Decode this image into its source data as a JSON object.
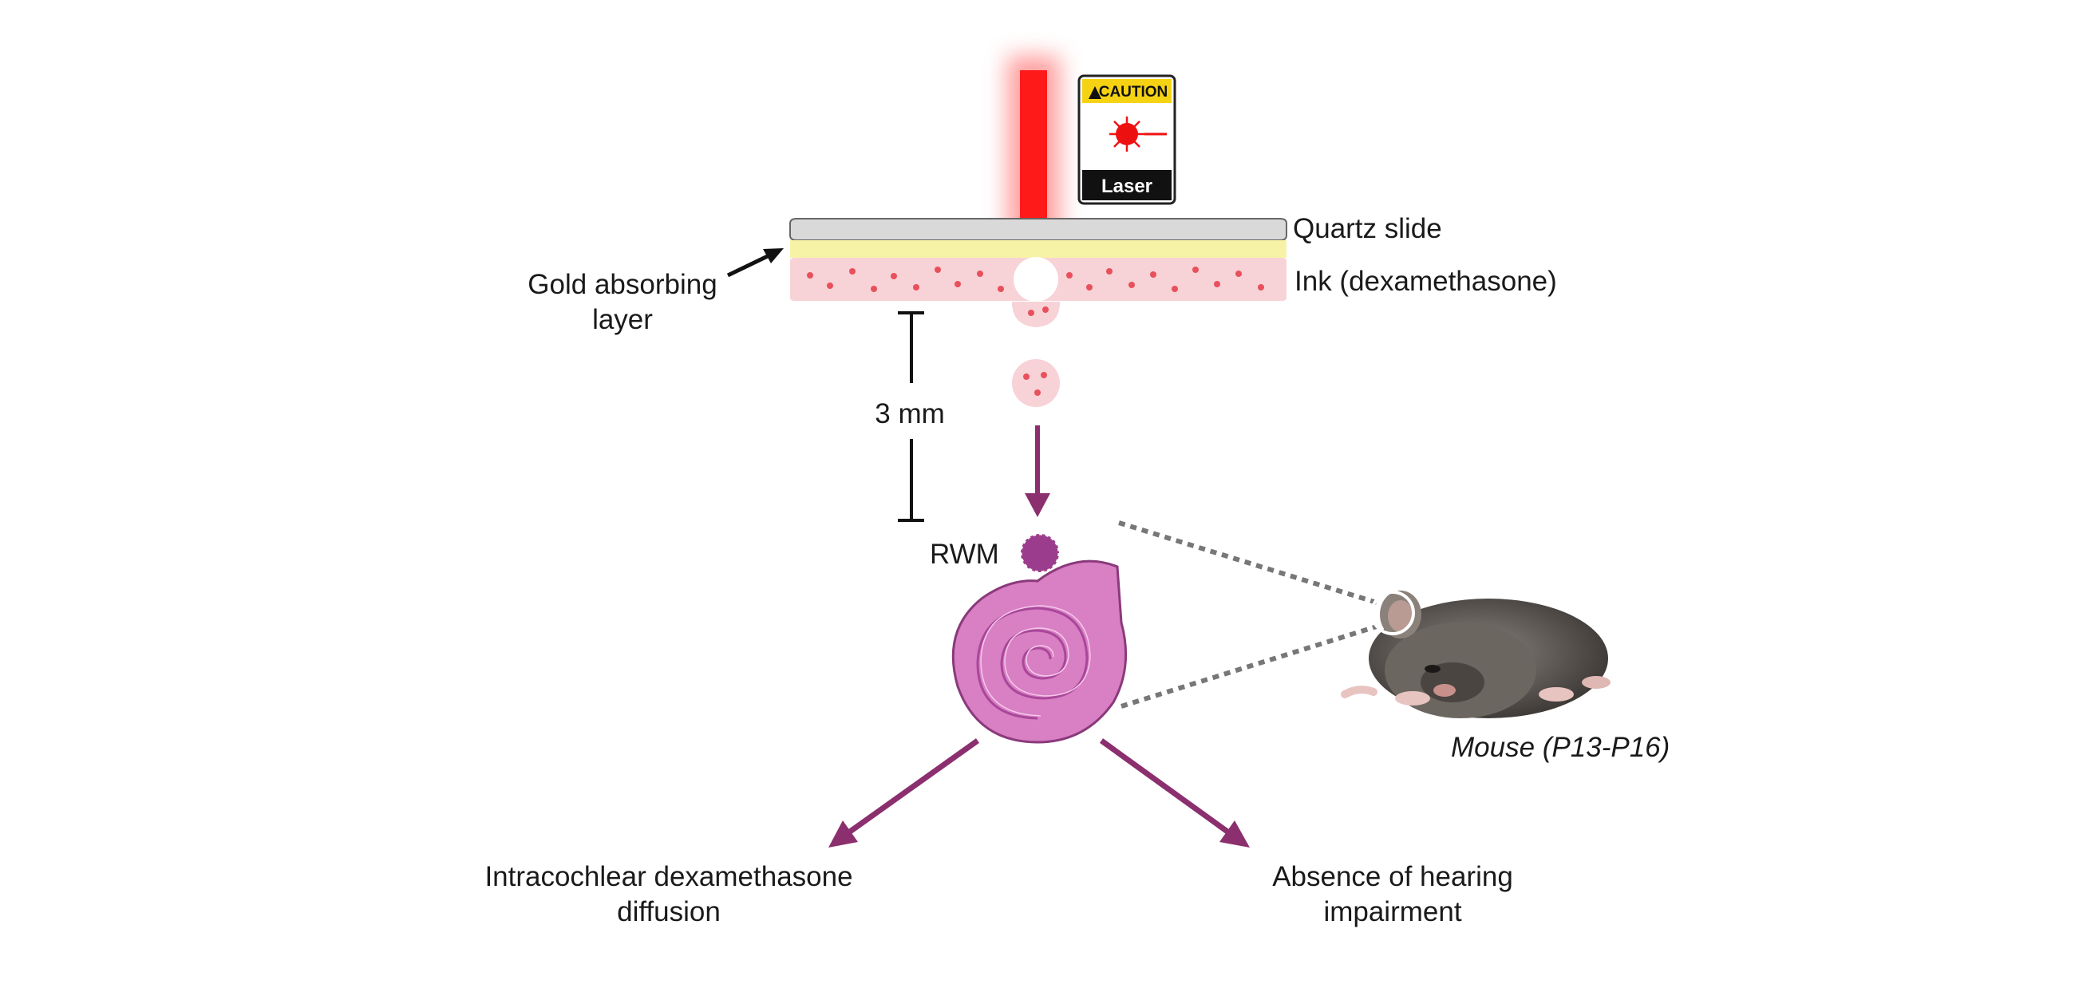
{
  "labels": {
    "quartz_slide": "Quartz slide",
    "ink": "Ink (dexamethasone)",
    "gold_line1": "Gold absorbing",
    "gold_line2": "layer",
    "distance": "3 mm",
    "rwm": "RWM",
    "mouse": "Mouse (P13-P16)",
    "outcome_left_line1": "Intracochlear dexamethasone",
    "outcome_left_line2": "diffusion",
    "outcome_right_line1": "Absence of hearing",
    "outcome_right_line2": "impairment"
  },
  "caution_sign": {
    "header": "CAUTION",
    "footer": "Laser"
  },
  "colors": {
    "laser": "#ff1a1a",
    "ink": "#f7d2d6",
    "ink_dots": "#e8505b",
    "gold": "#f6f3a6",
    "quartz": "#d9d9d9",
    "arrow": "#8b2f6e",
    "cochlea": "#d97fc4",
    "caution_yellow": "#f5d312"
  },
  "icons": [
    "laser-warning-icon",
    "cochlea-icon",
    "mouse-image"
  ]
}
